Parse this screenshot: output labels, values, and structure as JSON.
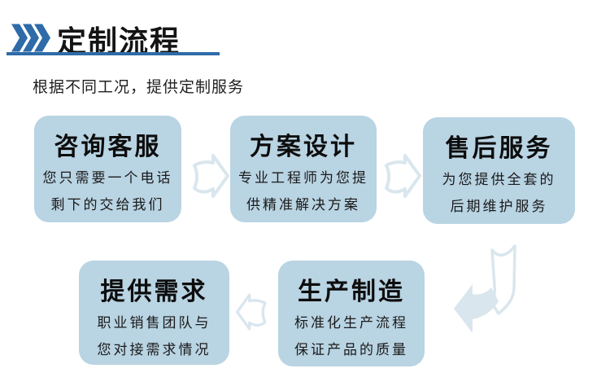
{
  "header": {
    "title": "定制流程",
    "subtitle": "根据不同工况，提供定制服务"
  },
  "steps": [
    {
      "title": "咨询客服",
      "line1": "您只需要一个电话",
      "line2": "剩下的交给我们"
    },
    {
      "title": "方案设计",
      "line1": "专业工程师为您提",
      "line2": "供精准解决方案"
    },
    {
      "title": "售后服务",
      "line1": "为您提供全套的",
      "line2": "后期维护服务"
    },
    {
      "title": "提供需求",
      "line1": "职业销售团队与",
      "line2": "您对接需求情况"
    },
    {
      "title": "生产制造",
      "line1": "标准化生产流程",
      "line2": "保证产品的质量"
    }
  ],
  "icons": {
    "chevrons": "triple-right-chevron",
    "arrow_right": "hollow-block-arrow-right",
    "arrow_left": "hollow-block-arrow-left",
    "bent_arrow": "ribbon-arrow-down-left"
  },
  "colors": {
    "accent_blue": "#2E6BA8",
    "box_fill": "#B9D4E3",
    "arrow_light": "#DAE6EE",
    "text_dark": "#1A1A1A",
    "background": "#FFFFFF"
  }
}
